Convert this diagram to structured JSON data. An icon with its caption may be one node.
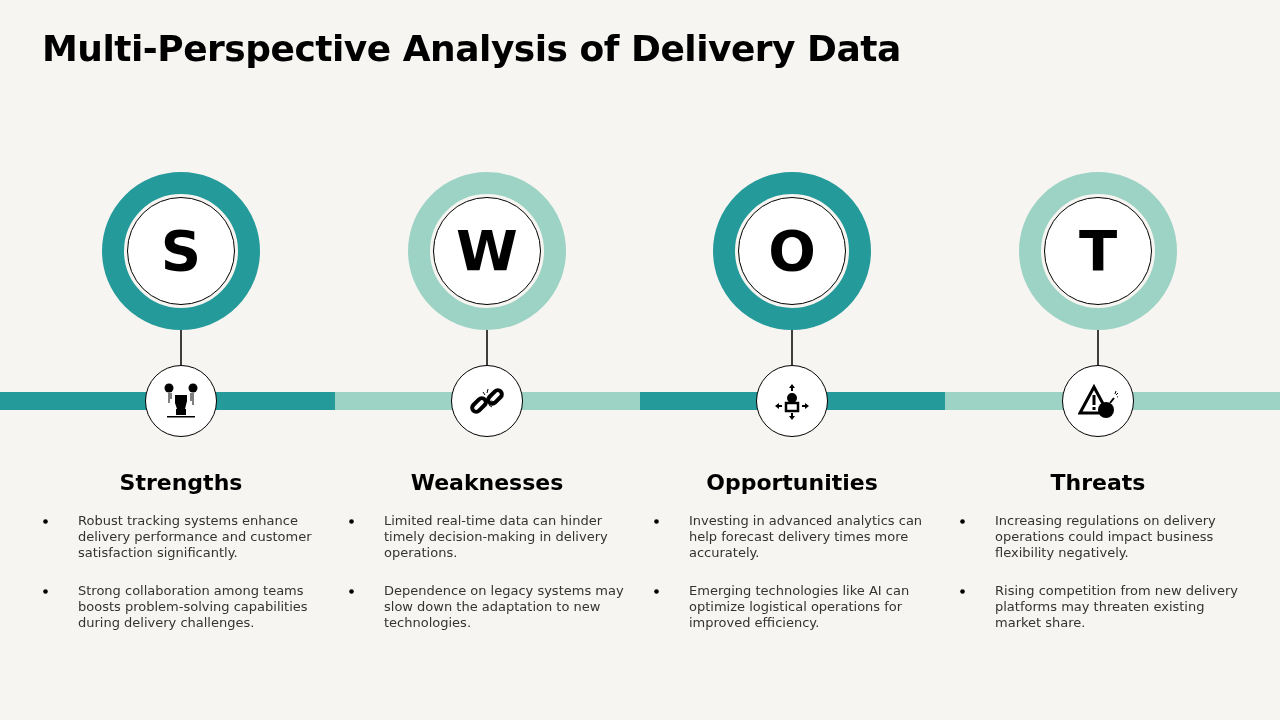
{
  "diagram": {
    "title": "Multi-Perspective Analysis of Delivery Data",
    "nodes": [
      {
        "text": [
          "S"
        ]
      },
      {
        "text": [],
        "shape": "circle"
      },
      {
        "text": [
          "W"
        ]
      },
      {
        "text": [],
        "shape": "circle"
      },
      {
        "text": [
          "O"
        ]
      },
      {
        "text": [],
        "shape": "circle"
      },
      {
        "text": [
          "T"
        ]
      },
      {
        "text": [],
        "shape": "circle"
      }
    ],
    "edges": [
      {
        "from": 0,
        "to": 1,
        "arrow": "none"
      },
      {
        "from": 2,
        "to": 3,
        "arrow": "none"
      },
      {
        "from": 4,
        "to": 5,
        "arrow": "none"
      },
      {
        "from": 6,
        "to": 7,
        "arrow": "none"
      }
    ],
    "labels": [
      "Strengths",
      "Robust tracking systems enhance delivery performance and customer satisfaction significantly.",
      "Strong collaboration among teams boosts problem-solving capabilities during delivery challenges.",
      "Weaknesses",
      "Limited real-time data can hinder timely decision-making in delivery operations.",
      "Dependence on legacy systems may slow down the adaptation to new technologies.",
      "Opportunities",
      "Investing in advanced analytics can help forecast delivery times more accurately.",
      "Emerging technologies like AI can optimize logistical operations for improved efficiency.",
      "Threats",
      "Increasing regulations on delivery operations could impact business flexibility negatively.",
      "Rising competition from new delivery platforms may threaten existing market share."
    ]
  }
}
